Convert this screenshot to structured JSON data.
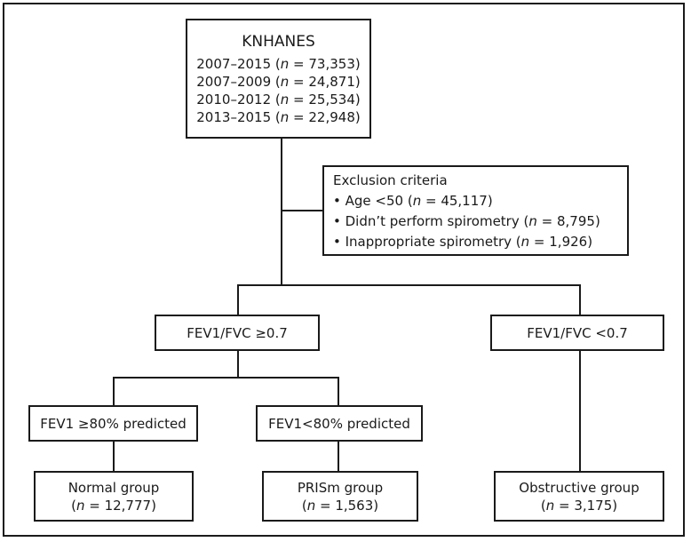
{
  "source": {
    "title": "KNHANES",
    "rows": [
      {
        "years": "2007–2015",
        "n": "73,353"
      },
      {
        "years": "2007–2009",
        "n": "24,871"
      },
      {
        "years": "2010–2012",
        "n": "25,534"
      },
      {
        "years": "2013–2015",
        "n": "22,948"
      }
    ]
  },
  "exclusion": {
    "title": "Exclusion criteria",
    "items": [
      {
        "label": "Age <50",
        "n": "45,117"
      },
      {
        "label": "Didn’t perform spirometry",
        "n": "8,795"
      },
      {
        "label": "Inappropriate spirometry",
        "n": "1,926"
      }
    ]
  },
  "split": {
    "left": "FEV1/FVC ≥0.7",
    "right": "FEV1/FVC <0.7"
  },
  "predicted": {
    "high": "FEV1 ≥80% predicted",
    "low": "FEV1<80% predicted"
  },
  "groups": {
    "normal": {
      "label": "Normal group",
      "n": "12,777"
    },
    "prism": {
      "label": "PRISm group",
      "n": "1,563"
    },
    "obstructive": {
      "label": "Obstructive group",
      "n": "3,175"
    }
  },
  "n_symbol": "n"
}
